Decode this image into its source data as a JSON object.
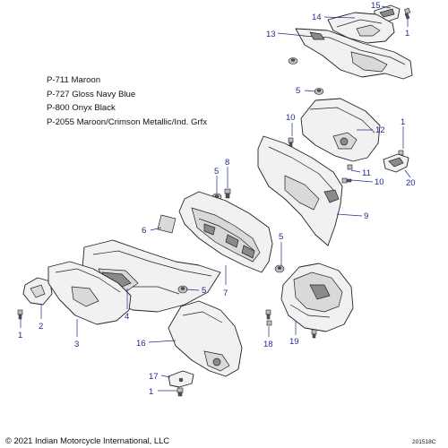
{
  "paint_codes": [
    "P-711 Maroon",
    "P-727 Gloss Navy Blue",
    "P-800 Onyx Black",
    "P-2055 Maroon/Crimson Metallic/Ind. Grfx"
  ],
  "callouts": {
    "c15": "15",
    "c14": "14",
    "c1_top": "1",
    "c13": "13",
    "c5_upper": "5",
    "c10_upper": "10",
    "c1_right": "1",
    "c12": "12",
    "c11": "11",
    "c10_lower": "10",
    "c20": "20",
    "c9": "9",
    "c8": "8",
    "c5_mid": "5",
    "c6": "6",
    "c5_right": "5",
    "c5_lower": "5",
    "c7": "7",
    "c4": "4",
    "c1_left": "1",
    "c2": "2",
    "c3": "3",
    "c16": "16",
    "c18": "18",
    "c19": "19",
    "c17": "17",
    "c1_bottom": "1"
  },
  "copyright": "© 2021 Indian Motorcycle International, LLC",
  "figure_id": "201518C"
}
